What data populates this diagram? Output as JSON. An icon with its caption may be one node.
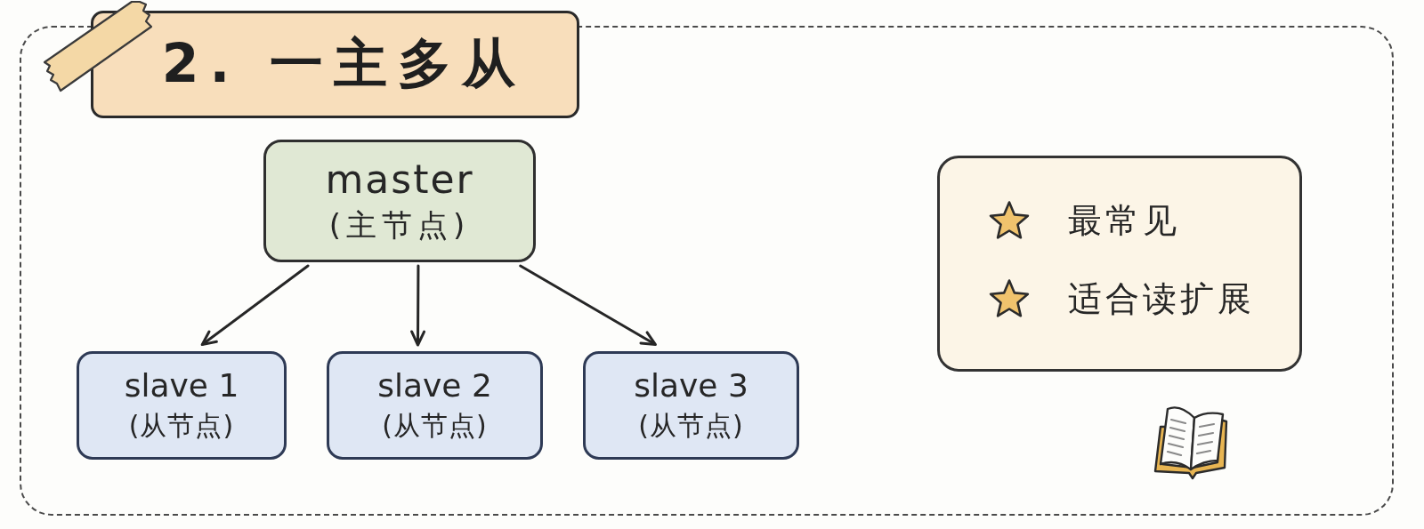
{
  "diagram": {
    "title": "2. 一主多从",
    "nodes": [
      {
        "text": [],
        "shape": "box"
      },
      {
        "text": [
          "master",
          "(主节点)"
        ],
        "in": 0
      },
      {
        "text": [
          "slave 1",
          "(从节点)"
        ],
        "in": 0
      },
      {
        "text": [
          "slave 2",
          "(从节点)"
        ],
        "in": 0
      },
      {
        "text": [
          "slave 3",
          "(从节点)"
        ],
        "in": 0
      },
      {
        "text": [
          "最常见",
          "适合读扩展"
        ],
        "in": 0
      }
    ],
    "edges": [
      {
        "from": 1,
        "to": 2,
        "arrow": "to"
      },
      {
        "from": 1,
        "to": 3,
        "arrow": "to"
      },
      {
        "from": 1,
        "to": 4,
        "arrow": "to"
      }
    ]
  }
}
